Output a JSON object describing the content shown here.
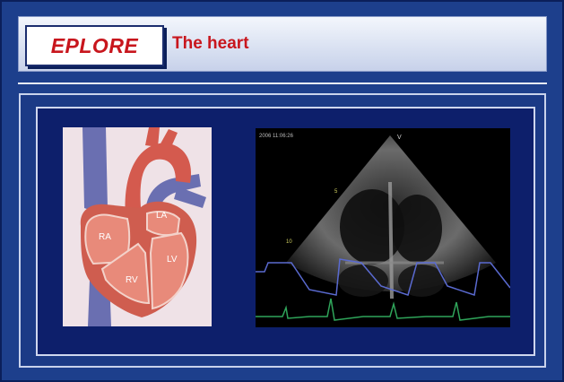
{
  "header": {
    "logo_text": "EPLORE",
    "title": "The heart"
  },
  "heart_diagram": {
    "labels": {
      "ra": "RA",
      "la": "LA",
      "rv": "RV",
      "lv": "LV"
    }
  },
  "echo": {
    "timestamp": "2006 11:06:26",
    "marker_v": "V",
    "depth_5": "5",
    "depth_10": "10"
  },
  "colors": {
    "background": "#1d3f8c",
    "accent_red": "#c8161d",
    "panel": "#0d1f6b"
  }
}
